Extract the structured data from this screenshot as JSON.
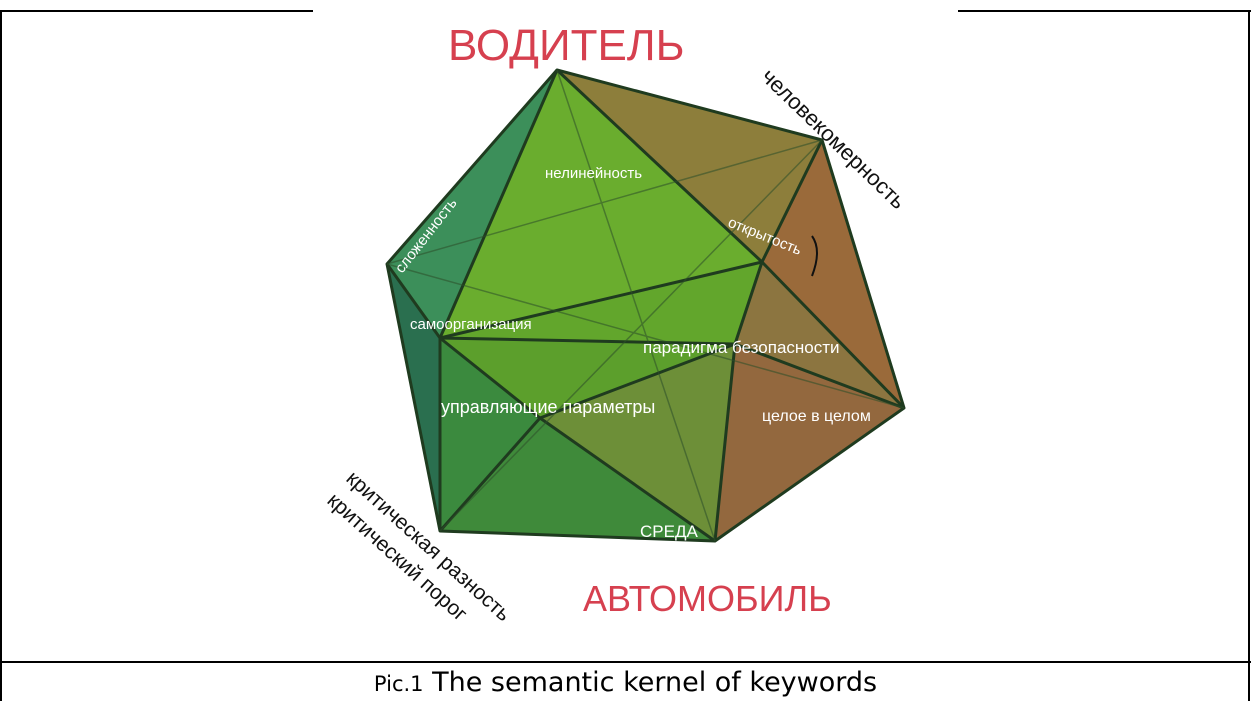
{
  "figure": {
    "labels": {
      "vertex_top": "ВОДИТЕЛЬ",
      "vertex_bottom": "АВТОМОБИЛЬ",
      "edge_top_right": "человекомерность",
      "face_nonlinearity": "нелинейность",
      "face_complexity": "сложенность",
      "face_openness": "открытость",
      "face_selforg": "самоорганизация",
      "face_safety": "парадигма безопасности",
      "face_control": "управляющие параметры",
      "face_whole": "целое в целом",
      "face_environment": "СРЕДА",
      "edge_critical_diff": "критическая разность",
      "edge_critical_threshold": "критический порог"
    },
    "colors": {
      "title_red": "#d6404f",
      "green_face": "#6cab2d",
      "dark_green_face": "#2f7f52",
      "olive_face": "#8a7a3a",
      "brown_face": "#9b6a3f"
    }
  },
  "caption": {
    "prefix": "Pic.1",
    "text": " The semantic kernel of keywords"
  }
}
